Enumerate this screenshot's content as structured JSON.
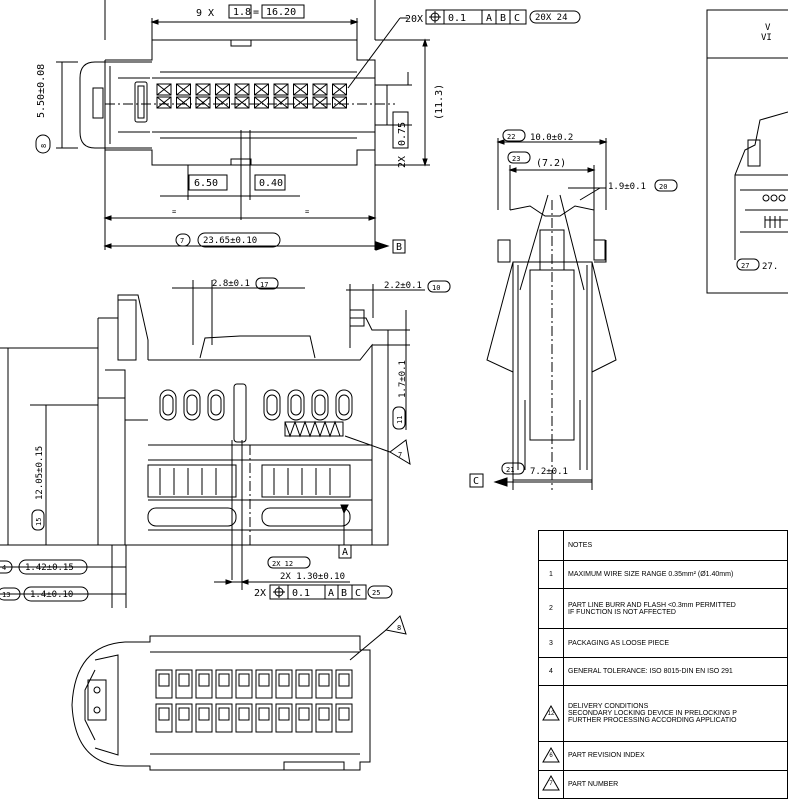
{
  "views": {
    "top": {
      "pitch_count": "9 X",
      "pitch_box": "1.8",
      "pitch_eq": "=",
      "pitch_total": "16.20",
      "gdt_count": "20X",
      "gdt_tol": "0.1",
      "gdt_a": "A",
      "gdt_b": "B",
      "gdt_c": "C",
      "gdt_note": "20X 24",
      "height_dim": "5.50±0.08",
      "height_balloon": "8",
      "overall_ref": "(11.3)",
      "tab_dim": "0.75",
      "tab_prefix": "2X",
      "dim_650": "6.50",
      "dim_040": "0.40",
      "eq_left": "=",
      "eq_right": "=",
      "length_balloon": "7",
      "length_dim": "23.65±0.10",
      "datum_b": "B"
    },
    "side": {
      "width_balloon": "22",
      "width_dim": "10.0±0.2",
      "ref_balloon": "23",
      "ref_dim": "(7.2)",
      "latch_dim": "1.9±0.1",
      "latch_balloon": "20",
      "base_balloon": "21",
      "base_dim": "7.2±0.1",
      "datum_c": "C"
    },
    "front": {
      "dim_28": "2.8±0.1",
      "dim_28_balloon": "17",
      "dim_22": "2.2±0.1",
      "dim_22_balloon": "10",
      "dim_17": "1.7±0.1",
      "dim_17_balloon": "11",
      "dim_1205": "12.05±0.15",
      "dim_1205_balloon": "15",
      "partnum_flag": "7",
      "datum_a": "A",
      "pin_balloon": "2X 12",
      "pin_dim": "2X 1.30±0.10",
      "gdt_prefix": "2X",
      "gdt_tol": "0.1",
      "gdt_a": "A",
      "gdt_b": "B",
      "gdt_c": "C",
      "gdt_balloon": "25",
      "dim_142": "1.42±0.15",
      "dim_142_balloon": "4",
      "dim_14": "1.4±0.10",
      "dim_14_balloon": "13"
    },
    "bottom": {
      "flag": "8"
    }
  },
  "detail_view": {
    "title1": "V",
    "title2": "VI",
    "dim_balloon": "27",
    "dim_text": "27."
  },
  "notes": {
    "header": "NOTES",
    "rows": [
      {
        "num": "1",
        "text": "MAXIMUM WIRE SIZE RANGE 0.35mm² (Ø1.40mm)"
      },
      {
        "num": "2",
        "text": "PART LINE BURR AND FLASH <0.3mm PERMITTED",
        "text2": "IF FUNCTION IS NOT AFFECTED"
      },
      {
        "num": "3",
        "text": "PACKAGING AS LOOSE PIECE"
      },
      {
        "num": "4",
        "text": "GENERAL TOLERANCE: ISO 8015-DIN EN ISO 291"
      },
      {
        "num": "12",
        "flag": true,
        "text": "DELIVERY CONDITIONS",
        "text2": "SECONDARY LOCKING DEVICE IN PRELOCKING P",
        "text3": "FURTHER PROCESSING ACCORDING APPLICATIO"
      },
      {
        "num": "6",
        "flag": true,
        "text": "PART REVISION INDEX"
      },
      {
        "num": "7",
        "flag": true,
        "text": "PART NUMBER"
      }
    ]
  }
}
